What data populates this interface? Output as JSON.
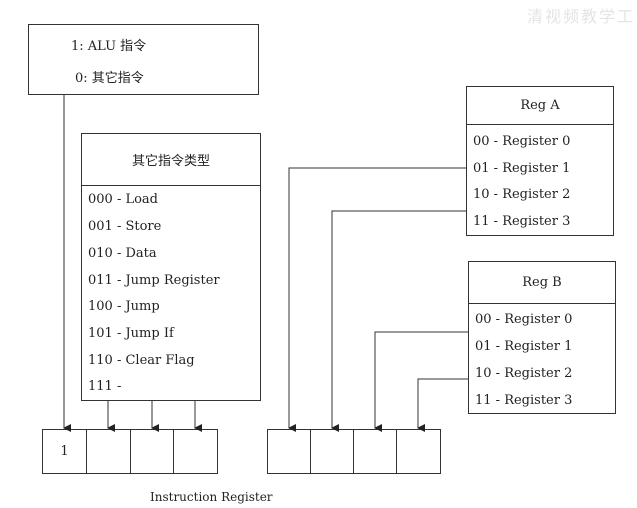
{
  "opcode_box": {
    "line1": "1: ALU 指令",
    "line2": "0: 其它指令"
  },
  "other_types": {
    "title": "其它指令类型",
    "items": [
      "000 - Load",
      "001 - Store",
      "010 - Data",
      "011 - Jump Register",
      "100 - Jump",
      "101 - Jump If",
      "110 - Clear Flag",
      "111 -"
    ]
  },
  "reg_a": {
    "title": "Reg A",
    "items": [
      "00 - Register 0",
      "01 - Register 1",
      "10 - Register 2",
      "11 - Register 3"
    ]
  },
  "reg_b": {
    "title": "Reg B",
    "items": [
      "00 - Register 0",
      "01 - Register 1",
      "10 - Register 2",
      "11 - Register 3"
    ]
  },
  "instruction_register": {
    "label": "Instruction Register",
    "bits": [
      "1",
      "",
      "",
      "",
      "",
      "",
      "",
      ""
    ]
  },
  "watermark": "清视频教学工"
}
